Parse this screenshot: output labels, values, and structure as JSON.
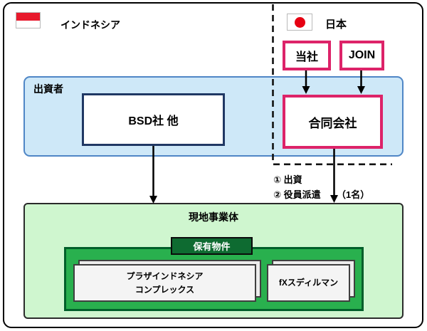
{
  "regions": {
    "indonesia": {
      "label": "インドネシア",
      "flag_icon": "indonesia-flag-icon",
      "flag_red": "#e8192c"
    },
    "japan": {
      "label": "日本",
      "flag_icon": "japan-flag-icon",
      "flag_red": "#e60012"
    }
  },
  "nodes": {
    "our_company": {
      "label": "当社"
    },
    "join": {
      "label": "JOIN"
    },
    "investors_panel": {
      "label": "出資者"
    },
    "bsd": {
      "label": "BSD社 他"
    },
    "godo_kaisha": {
      "label": "合同会社"
    },
    "local_entity_panel": {
      "label": "現地事業体"
    },
    "holdings_header": {
      "label": "保有物件"
    },
    "plaza_indonesia": {
      "line1": "プラザインドネシア",
      "line2": "コンプレックス"
    },
    "fx_sudirman": {
      "label": "fXスディルマン"
    }
  },
  "annotations": {
    "investment": "① 出資",
    "dispatch": "② 役員派遣",
    "headcount": "（1名）"
  },
  "colors": {
    "pink_border": "#dd2369",
    "navy_border": "#203864",
    "blue_panel_bg": "#cee8f8",
    "blue_panel_border": "#4f86c6",
    "light_green_bg": "#cff6cf",
    "mid_green_bg": "#29b04e",
    "mid_green_border": "#015f2a",
    "dark_green_bg": "#0e6b31",
    "property_box_bg": "#f4f4f4",
    "connector": "#111111"
  }
}
